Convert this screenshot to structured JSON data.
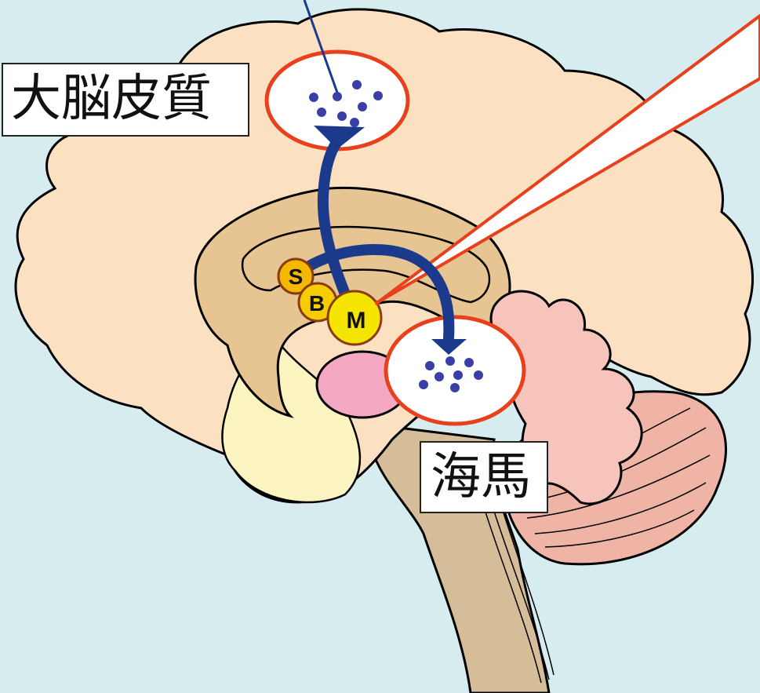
{
  "labels": {
    "cortex": "大脳皮質",
    "hippocampus": "海馬"
  },
  "nuclei": {
    "s": "S",
    "b": "B",
    "m": "M"
  },
  "colors": {
    "background": "#d7ecef",
    "cortex_fill": "#fbe1c1",
    "limbic_fill": "#e6c592",
    "septal_fill": "#fbf3c0",
    "brainstem_fill": "#d6bd99",
    "cerebellum_fill": "#efb4a6",
    "pink_region_fill": "#f4a8c4",
    "pathway": "#1b3a8c",
    "highlight_circle": "#e8401c",
    "nucleus_fill": "#f5e400",
    "nucleus_outline": "#8a3b10"
  }
}
